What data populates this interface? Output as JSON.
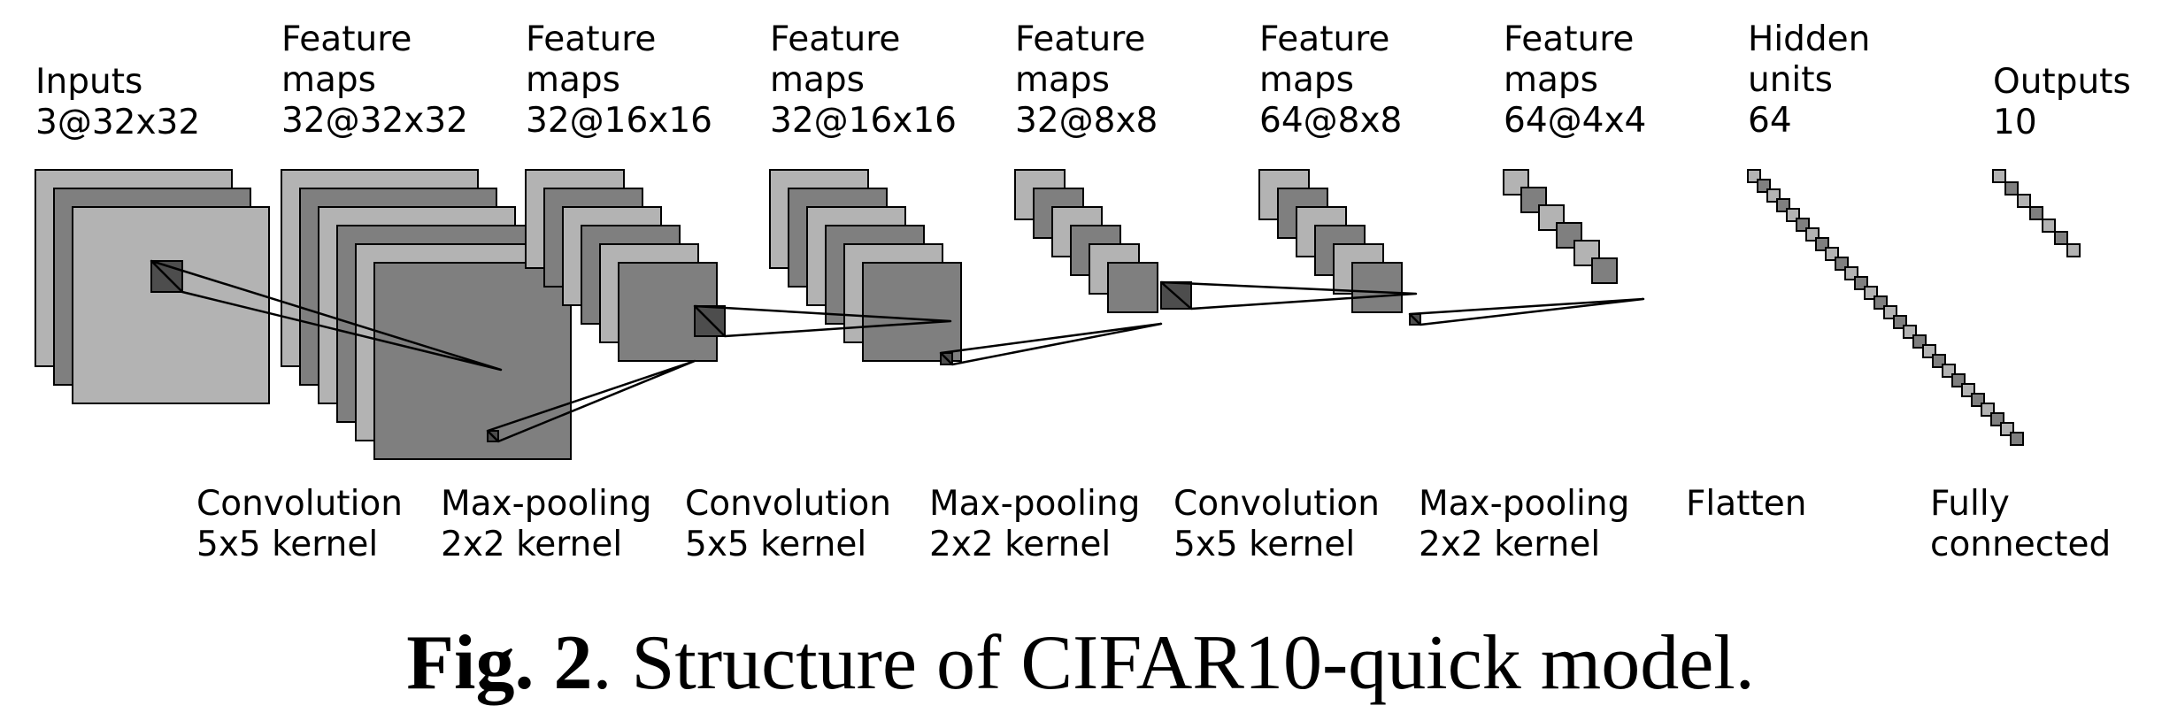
{
  "colors": {
    "light": "#b3b3b3",
    "dark": "#7f7f7f",
    "darker": "#4d4d4d",
    "stroke": "#000000"
  },
  "layers": [
    {
      "line1": "Inputs",
      "line2": "3@32x32"
    },
    {
      "line0": "Feature",
      "line1": "maps",
      "line2": "32@32x32"
    },
    {
      "line0": "Feature",
      "line1": "maps",
      "line2": "32@16x16"
    },
    {
      "line0": "Feature",
      "line1": "maps",
      "line2": "32@16x16"
    },
    {
      "line0": "Feature",
      "line1": "maps",
      "line2": "32@8x8"
    },
    {
      "line0": "Feature",
      "line1": "maps",
      "line2": "64@8x8"
    },
    {
      "line0": "Feature",
      "line1": "maps",
      "line2": "64@4x4"
    },
    {
      "line0": "Hidden",
      "line1": "units",
      "line2": "64"
    },
    {
      "line1": "Outputs",
      "line2": "10"
    }
  ],
  "operations": [
    {
      "line1": "Convolution",
      "line2": "5x5 kernel"
    },
    {
      "line1": "Max-pooling",
      "line2": "2x2 kernel"
    },
    {
      "line1": "Convolution",
      "line2": "5x5 kernel"
    },
    {
      "line1": "Max-pooling",
      "line2": "2x2 kernel"
    },
    {
      "line1": "Convolution",
      "line2": "5x5 kernel"
    },
    {
      "line1": "Max-pooling",
      "line2": "2x2 kernel"
    },
    {
      "line1": "Flatten",
      "line2": ""
    },
    {
      "line1": "Fully",
      "line2": "connected"
    }
  ],
  "caption": {
    "label": "Fig. 2",
    "separator": ".",
    "text": " Structure of CIFAR10-quick model."
  }
}
